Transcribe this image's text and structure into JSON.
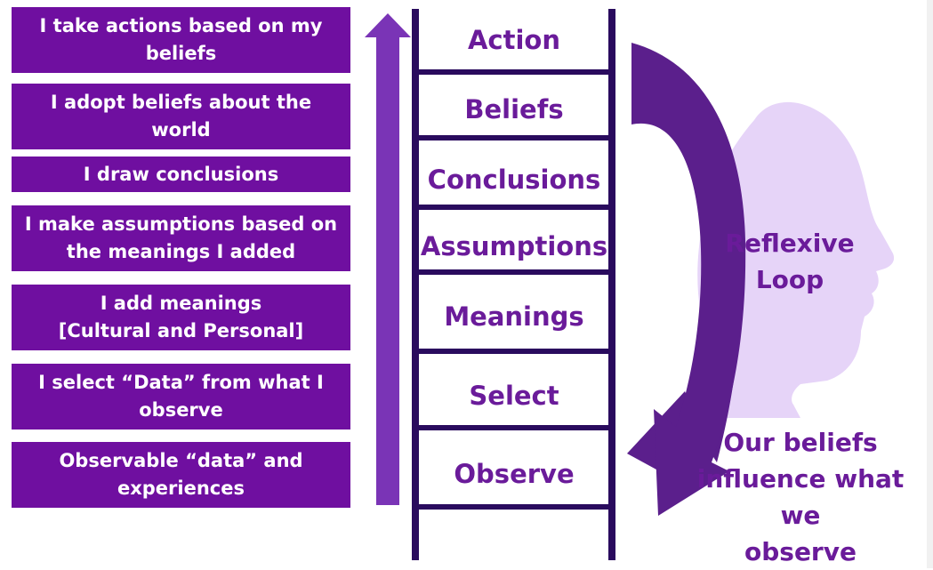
{
  "steps": [
    "I take actions based on my\nbeliefs",
    "I adopt beliefs about the\nworld",
    "I draw conclusions",
    "I make assumptions based on\nthe meanings I added",
    "I add meanings\n[Cultural and Personal]",
    "I select “Data” from what I\nobserve",
    "Observable “data” and\nexperiences"
  ],
  "ladder": [
    "Action",
    "Beliefs",
    "Conclusions",
    "Assumptions",
    "Meanings",
    "Select",
    "Observe"
  ],
  "loop": {
    "label": "Reflexive\nLoop",
    "caption": "Our beliefs\ninfluence what we\nobserve"
  },
  "colors": {
    "box": "#6f0fa0",
    "ladder": "#2a0b5e",
    "text": "#6a1b9a",
    "up_arrow": "#7a34b6",
    "loop_arrow": "#5b1f8c",
    "head": "#e6d4f8"
  },
  "icons": [
    "up-arrow-icon",
    "ladder-icon",
    "curved-arrow-icon",
    "head-silhouette-icon"
  ]
}
